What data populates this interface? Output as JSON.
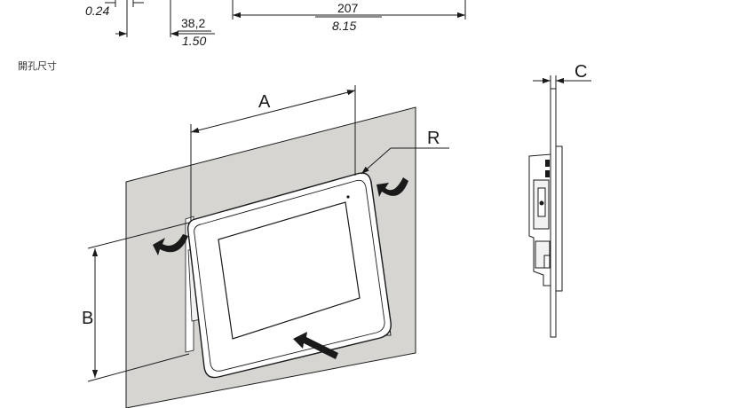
{
  "top_dims": {
    "d1_inch": "0.24",
    "d2_mm": "38,2",
    "d2_inch": "1.50",
    "d3_mm": "207",
    "d3_inch": "8.15"
  },
  "section_heading": "開孔尺寸",
  "labels": {
    "a": "A",
    "b": "B",
    "c": "C",
    "r": "R"
  },
  "colors": {
    "panel_fill": "#d6d5d2",
    "line": "#1a1a1a",
    "device_fill": "#ffffff"
  }
}
